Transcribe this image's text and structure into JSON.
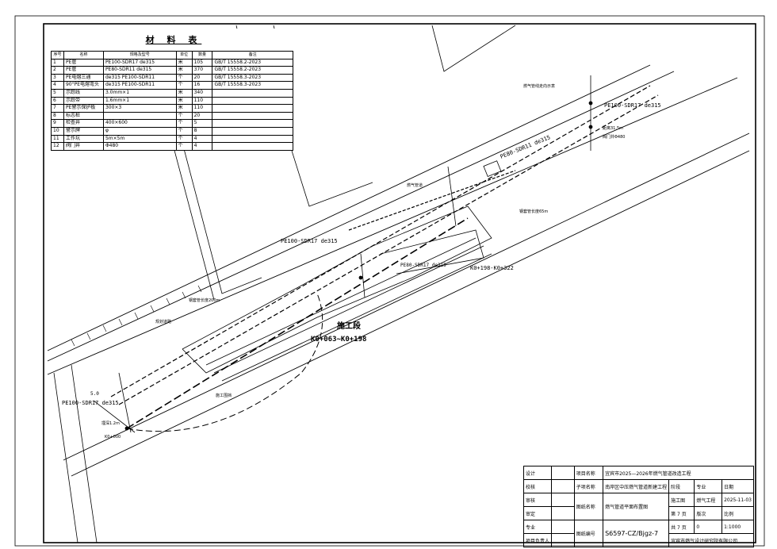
{
  "material_table": {
    "title": "材 料 表",
    "headers": [
      "序号",
      "名称",
      "规格及型号",
      "单位",
      "数量",
      "备注"
    ],
    "rows": [
      [
        "1",
        "PE管",
        "PE100-SDR17 de315",
        "米",
        "105",
        "GB/T 15558.2-2023"
      ],
      [
        "2",
        "PE管",
        "PE80-SDR11 de315",
        "米",
        "370",
        "GB/T 15558.2-2023"
      ],
      [
        "3",
        "PE电熔三通",
        "de315 PE100-SDR11",
        "个",
        "20",
        "GB/T 15558.3-2023"
      ],
      [
        "4",
        "90°PE电熔弯头",
        "de315 PE100-SDR11",
        "个",
        "16",
        "GB/T 15558.3-2023"
      ],
      [
        "5",
        "示踪线",
        "3.0mm×1",
        "米",
        "340",
        ""
      ],
      [
        "6",
        "示踪带",
        "1.6mm×1",
        "米",
        "110",
        ""
      ],
      [
        "7",
        "PE警示保护板",
        "300×3",
        "米",
        "110",
        ""
      ],
      [
        "8",
        "标志桩",
        "",
        "个",
        "20",
        ""
      ],
      [
        "9",
        "检查井",
        "400×600",
        "个",
        "5",
        ""
      ],
      [
        "10",
        "警示牌",
        "φ",
        "个",
        "8",
        ""
      ],
      [
        "11",
        "工作坑",
        "5m×5m",
        "个",
        "4",
        ""
      ],
      [
        "12",
        "阀门井",
        "Φ480",
        "个",
        "4",
        ""
      ]
    ]
  },
  "drawing": {
    "section_label": "施工段",
    "section_range": "K0+063~K0+198",
    "pipe_label_top": "PE100-SDR17  de315",
    "pipe_label_diag": "PE80-SDR11  de315",
    "pipe_label_mid": "PE100-SDR17  de315",
    "pipe_label_left": "PE100-SDR17  de315",
    "pipe_label_inner": "PE80-SDR17  de315",
    "chainage_right": "K0+198-K0+322",
    "depth_5": "5.0",
    "note_a": "钢套管长度65m",
    "note_b": "距离31.5m",
    "note_c": "阀门井Φ480",
    "note_d": "钢套管长度200m",
    "note_e": "燃气管道",
    "note_f": "规划道路",
    "note_g": "埋深1.2m",
    "note_h": "K0+000",
    "note_i": "施工围挡",
    "note_j": "燃气管线走向示意"
  },
  "title_block": {
    "left_labels": [
      "设计",
      "校核",
      "审核",
      "审定",
      "专业",
      "项目负责人"
    ],
    "project_label": "项目名称",
    "project_name": "宜宾市2025—2026年燃气管道改造工程",
    "sub_label": "子项名称",
    "sub_name": "南岸区中压燃气管道新建工程",
    "drawing_label": "图纸名称",
    "drawing_name": "燃气管道平面布置图",
    "number_label": "图纸编号",
    "drawing_number": "S6597-CZ/Bjgz-7",
    "company": "宜宾市燃气设计研究院有限公司",
    "stage_h": "阶段",
    "stage_v": "施工图",
    "spec_h": "专业",
    "spec_v": "燃气工程",
    "date_h": "日期",
    "date_v": "2025-11-03",
    "sheet_h": "第 7 页",
    "total_h": "共 7 页",
    "version_h": "版次",
    "version_v": "0",
    "scale_h": "比例",
    "scale_v": "1:1000"
  }
}
